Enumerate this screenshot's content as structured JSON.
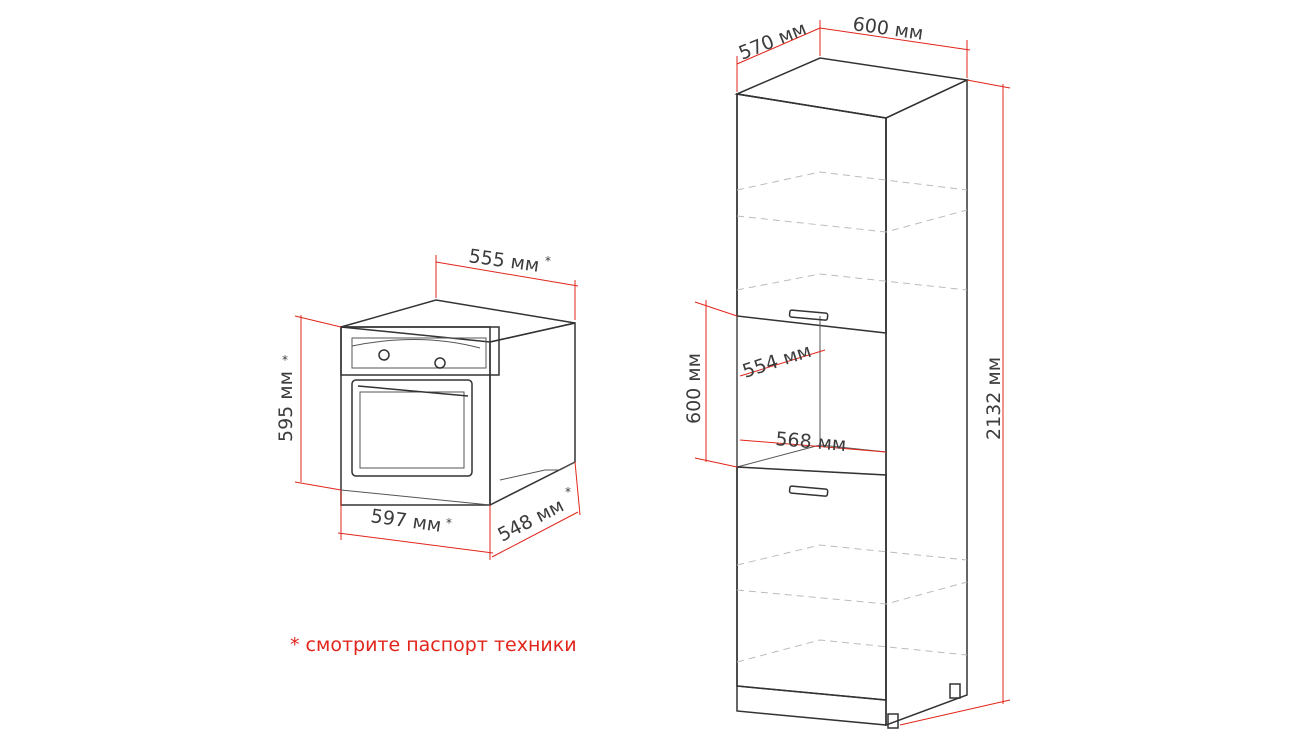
{
  "oven": {
    "depth_top": "555 мм",
    "height": "595 мм",
    "width": "597 мм",
    "depth": "548 мм",
    "asterisk": "*"
  },
  "cabinet": {
    "depth_top": "570 мм",
    "width_top": "600 мм",
    "niche_height": "600 мм",
    "niche_depth": "554 мм",
    "niche_width": "568 мм",
    "total_height": "2132 мм"
  },
  "footnote": "* смотрите паспорт техники",
  "colors": {
    "dimension_lines": "#e1251b",
    "outline": "#333333",
    "footnote": "#e1251b"
  }
}
